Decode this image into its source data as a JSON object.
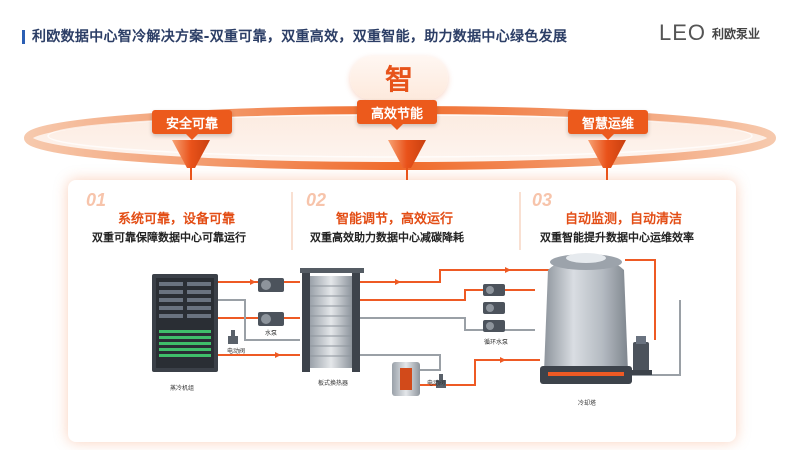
{
  "header": {
    "title": "利欧数据中心智冷解决方案-双重可靠，双重高效，双重智能，助力数据中心绿色发展",
    "logo_mark": "LEO",
    "logo_text": "利欧泵业"
  },
  "center_badge": "智",
  "tags": [
    {
      "label": "安全可靠"
    },
    {
      "label": "高效节能"
    },
    {
      "label": "智慧运维"
    }
  ],
  "cards": [
    {
      "num": "01",
      "heading": "系统可靠，设备可靠",
      "sub": "双重可靠保障数据中心可靠运行"
    },
    {
      "num": "02",
      "heading": "智能调节，高效运行",
      "sub": "双重高效助力数据中心减碳降耗"
    },
    {
      "num": "03",
      "heading": "自动监测，自动清洁",
      "sub": "双重智能提升数据中心运维效率"
    }
  ],
  "diagram_labels": {
    "chiller": "蒸冷机组",
    "water_pump": "水泵",
    "electric_valve_left": "电动阀",
    "plate_exchanger": "板式换热器",
    "electric_valve_mid": "电动阀",
    "circulation_pump": "循环水泵",
    "cooling_tower": "冷却塔"
  },
  "colors": {
    "accent": "#ec5a1c",
    "title": "#2c3e66",
    "pipe": "#ee5a24"
  }
}
